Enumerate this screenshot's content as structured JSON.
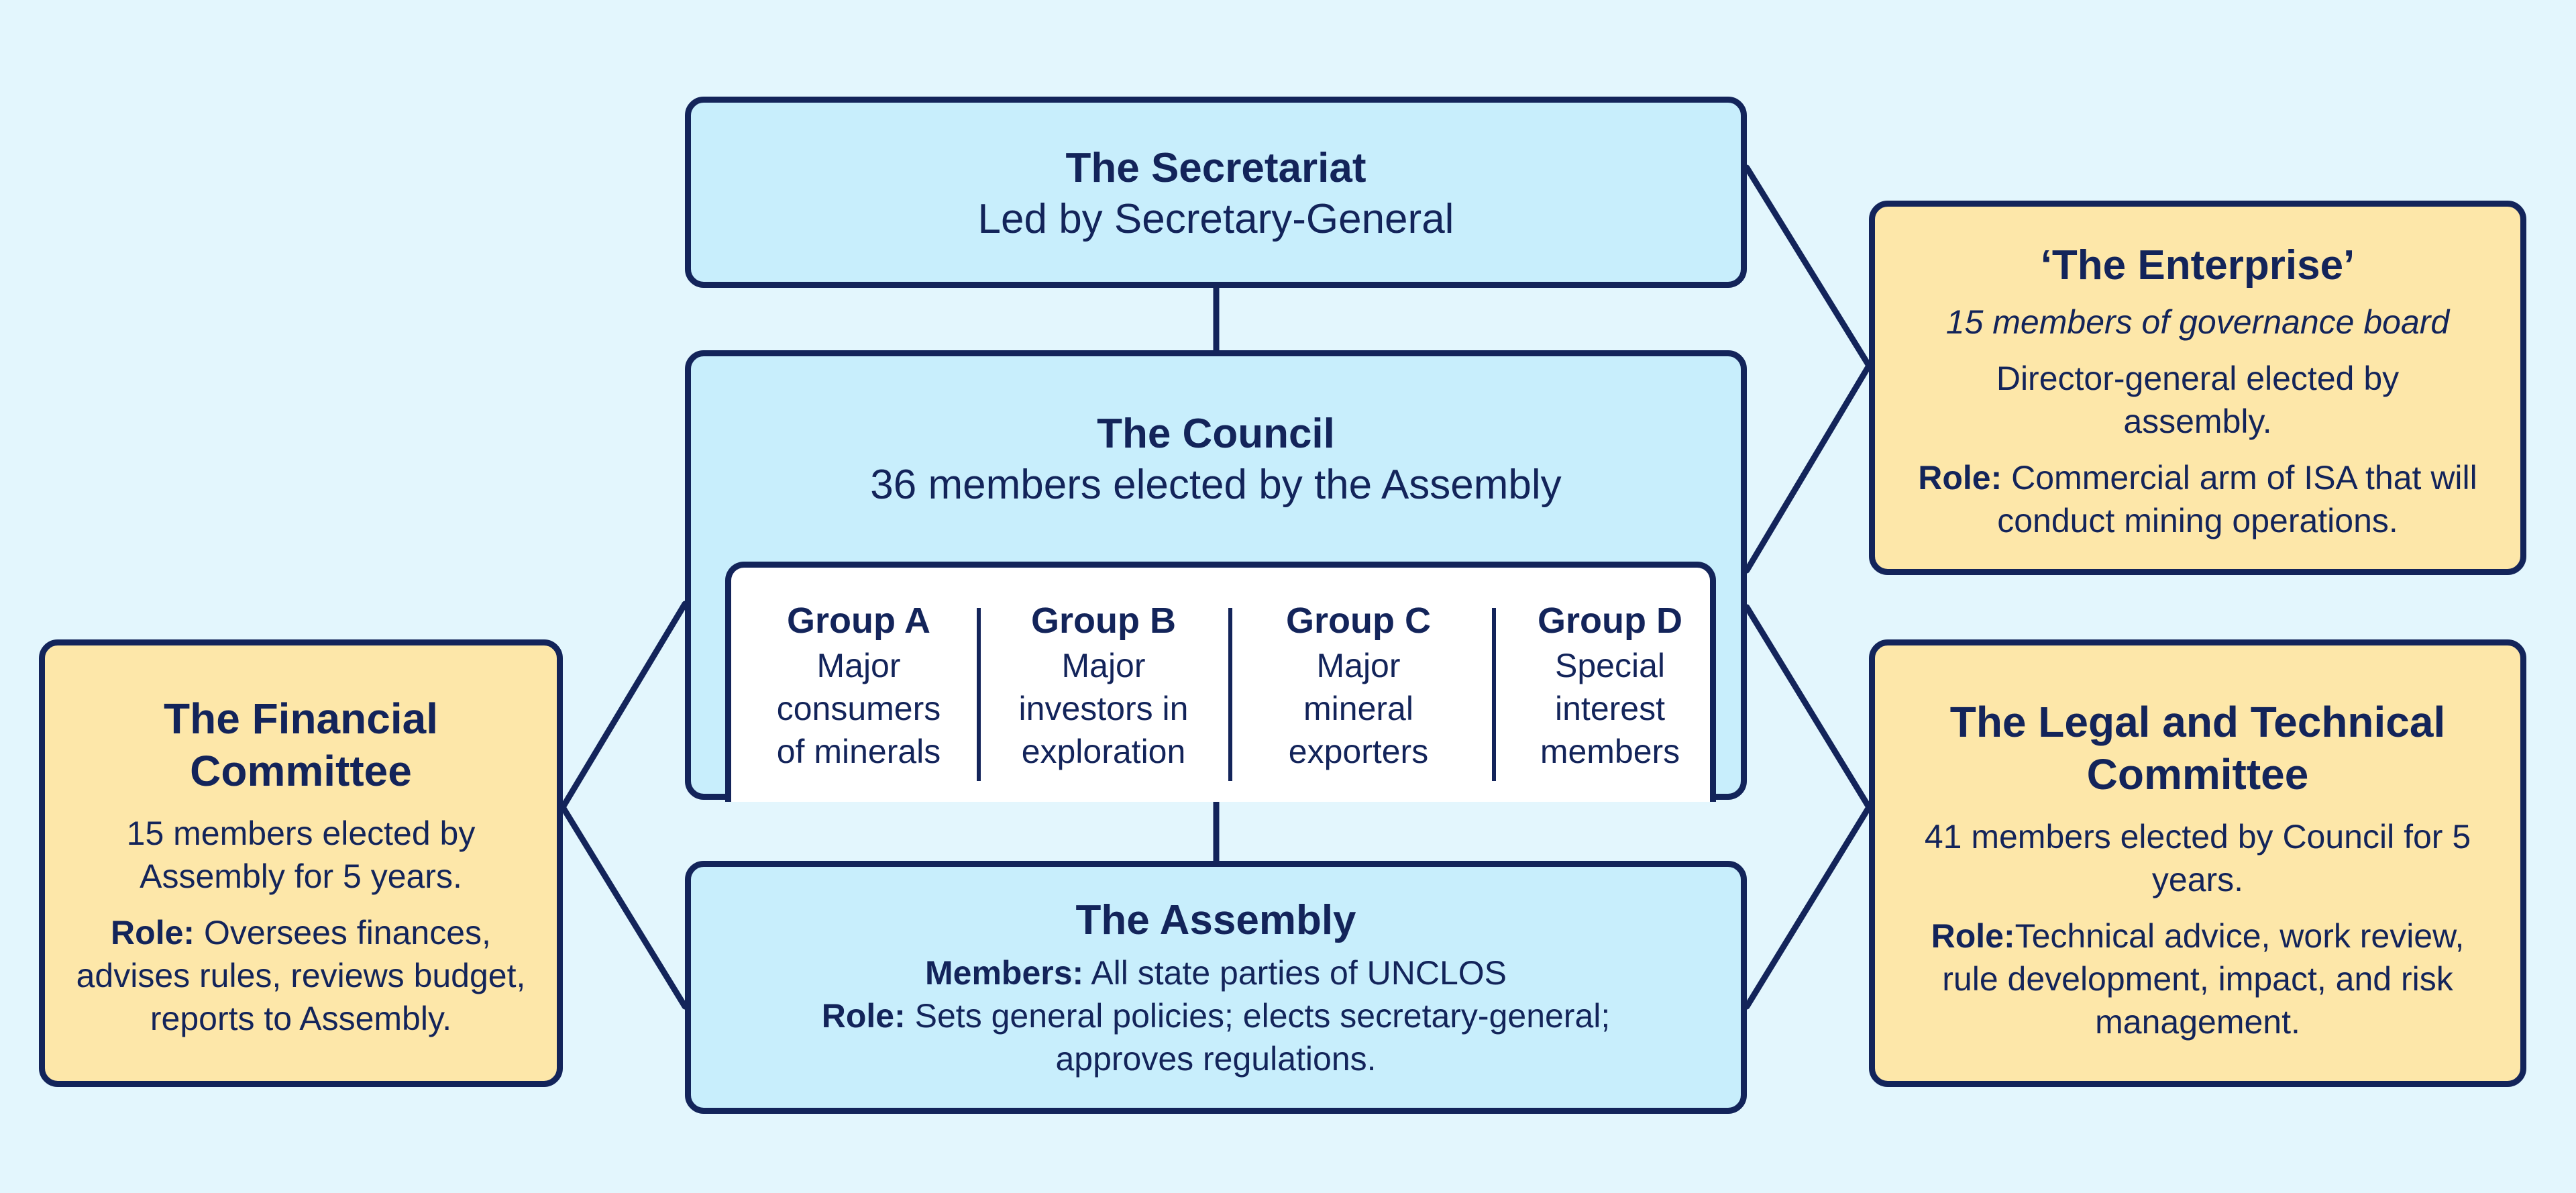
{
  "secretariat": {
    "title": "The Secretariat",
    "subtitle": "Led by Secretary-General"
  },
  "council": {
    "title": "The Council",
    "subtitle": "36 members elected by the Assembly",
    "groups": [
      {
        "name": "Group A",
        "desc": [
          "Major",
          "consumers",
          "of minerals"
        ]
      },
      {
        "name": "Group B",
        "desc": [
          "Major",
          "investors in",
          "exploration"
        ]
      },
      {
        "name": "Group C",
        "desc": [
          "Major",
          "mineral",
          "exporters"
        ]
      },
      {
        "name": "Group D",
        "desc": [
          "Special",
          "interest",
          "members"
        ]
      }
    ]
  },
  "assembly": {
    "title": "The Assembly",
    "members_label": "Members:",
    "members_text": "All state parties of UNCLOS",
    "role_label": "Role:",
    "role_text_line1": "Sets general policies; elects secretary-general;",
    "role_text_line2": "approves regulations."
  },
  "financial": {
    "title_line1": "The Financial",
    "title_line2": "Committee",
    "members_line1": "15 members elected by",
    "members_line2": "Assembly for 5 years.",
    "role_label": "Role:",
    "role_line1": "Oversees finances,",
    "role_line2": "advises rules, reviews budget,",
    "role_line3": "reports to Assembly."
  },
  "enterprise": {
    "title": "‘The Enterprise’",
    "board": "15 members of governance board",
    "director_line1": "Director-general elected by",
    "director_line2": "assembly.",
    "role_label": "Role:",
    "role_line1": "Commercial arm of ISA that will",
    "role_line2": "conduct mining operations."
  },
  "legal": {
    "title_line1": "The Legal and Technical",
    "title_line2": "Committee",
    "members_line1": "41 members elected by Council for 5",
    "members_line2": "years.",
    "role_label": "Role:",
    "role_line1": "Technical advice, work review,",
    "role_line2": "rule development, impact, and risk",
    "role_line3": "management."
  },
  "colors": {
    "background": "#e3f6fd",
    "blue_box": "#c8eefc",
    "yellow_box": "#fde7a9",
    "navy": "#13245a"
  }
}
